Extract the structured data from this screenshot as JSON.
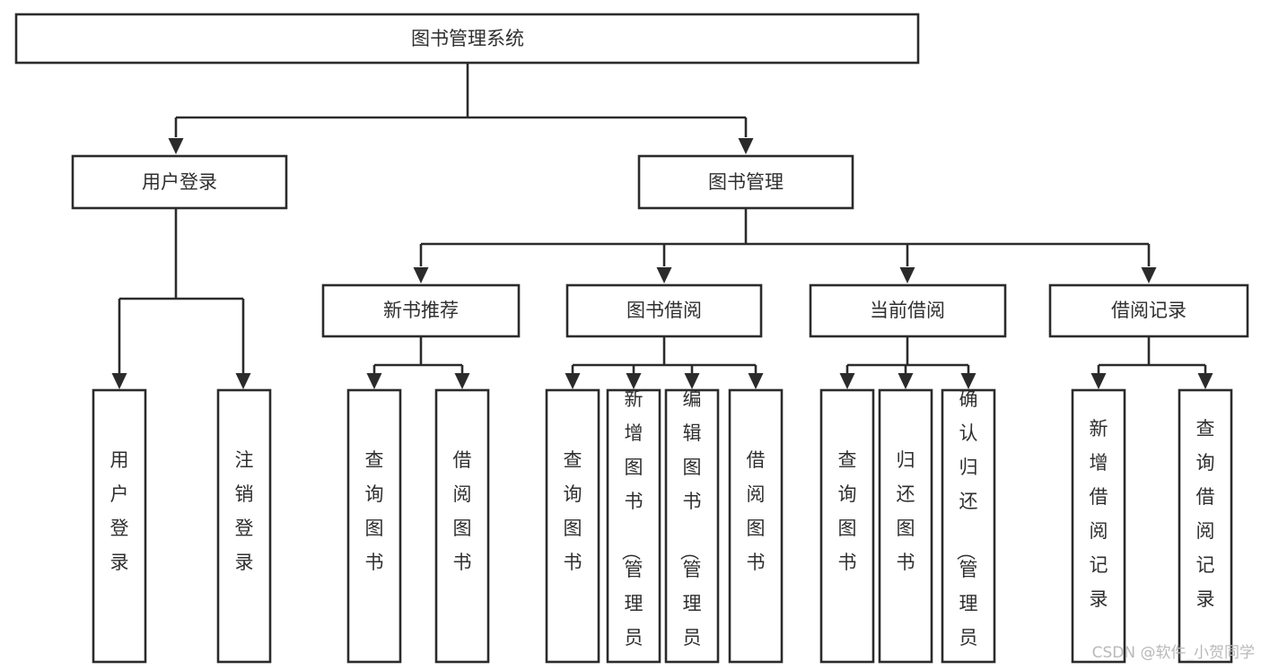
{
  "diagram": {
    "type": "tree-hierarchy",
    "title": "图书管理系统",
    "orientation": "top-down",
    "colors": {
      "background": "#ffffff",
      "box_fill": "#ffffff",
      "box_stroke": "#2b2b2b",
      "text": "#2f2f2f",
      "watermark": "#b9b9b9"
    },
    "root": {
      "label": "图书管理系统"
    },
    "level2": [
      {
        "label": "用户登录"
      },
      {
        "label": "图书管理"
      }
    ],
    "level3": [
      {
        "label": "新书推荐"
      },
      {
        "label": "图书借阅"
      },
      {
        "label": "当前借阅"
      },
      {
        "label": "借阅记录"
      }
    ],
    "leaves": {
      "user_login": [
        {
          "label": "用户登录"
        },
        {
          "label": "注销登录"
        }
      ],
      "new_book_recommend": [
        {
          "label": "查询图书"
        },
        {
          "label": "借阅图书"
        }
      ],
      "book_borrow": [
        {
          "label": "查询图书"
        },
        {
          "label": "新增图书（管理员）"
        },
        {
          "label": "编辑图书（管理员）"
        },
        {
          "label": "借阅图书"
        }
      ],
      "current_borrow": [
        {
          "label": "查询图书"
        },
        {
          "label": "归还图书"
        },
        {
          "label": "确认归还（管理员）"
        }
      ],
      "borrow_record": [
        {
          "label": "新增借阅记录"
        },
        {
          "label": "查询借阅记录"
        }
      ]
    }
  },
  "watermark": {
    "text": "CSDN @软件_小贺同学"
  }
}
